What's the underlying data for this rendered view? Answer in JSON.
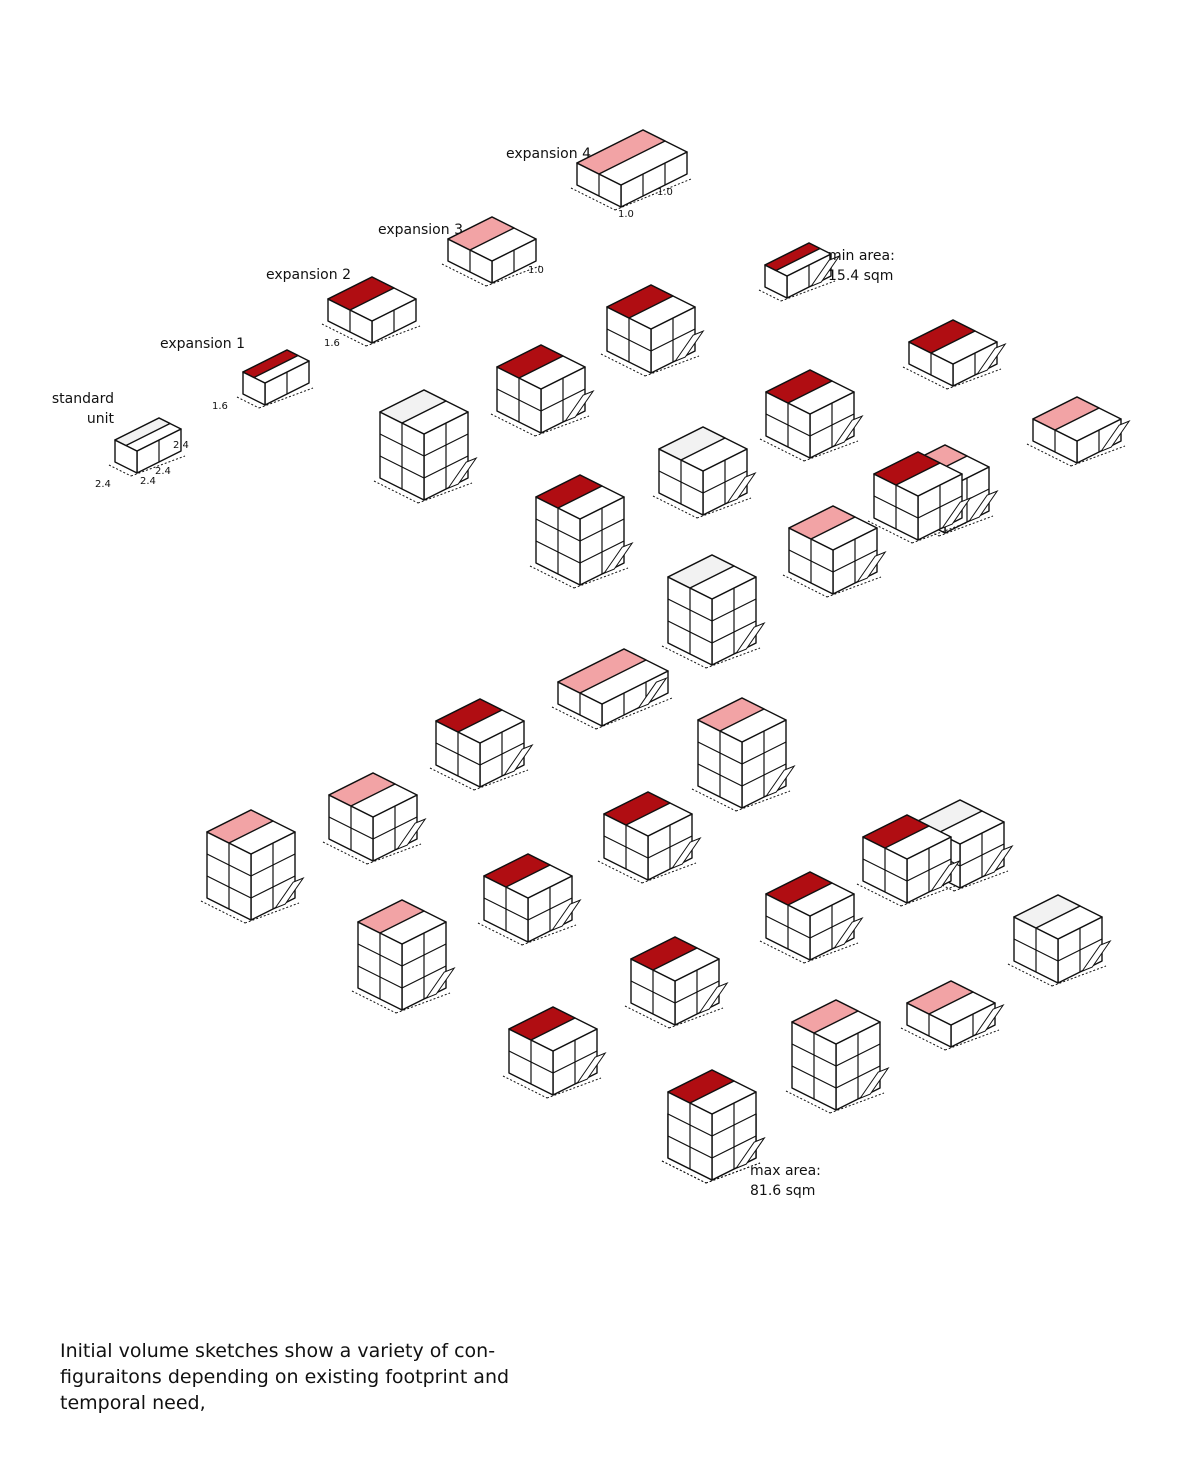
{
  "labels": {
    "standard_unit": "standard unit",
    "expansion_1": "expansion 1",
    "expansion_2": "expansion 2",
    "expansion_3": "expansion 3",
    "expansion_4": "expansion 4",
    "min_area_title": "min area:",
    "min_area_value": "15.4 sqm",
    "max_area_title": "max area:",
    "max_area_value": "81.6 sqm"
  },
  "dimensions": {
    "standard_height": "2.4",
    "standard_width": "2.4",
    "standard_depth": "2.4",
    "expansion_1": "1.6",
    "expansion_2": "1.6",
    "expansion_3": "1.0",
    "expansion_4_a": "1.0",
    "expansion_4_b": "1.0"
  },
  "caption": "Initial volume sketches show a variety of con-figuraitons depending on existing footprint and temporal need,",
  "colors": {
    "accent": "#b00d12",
    "accent_light": "#f2a3a5",
    "stroke": "#111111",
    "background": "#ffffff"
  },
  "configurations": [
    {
      "name": "standard-unit",
      "w": 2,
      "d": 1,
      "h": 1,
      "top": "plain",
      "stair": false
    },
    {
      "name": "expansion-1",
      "w": 2,
      "d": 1,
      "h": 1,
      "top": "red",
      "stair": false
    },
    {
      "name": "expansion-2",
      "w": 2,
      "d": 2,
      "h": 1,
      "top": "red",
      "stair": false
    },
    {
      "name": "expansion-3",
      "w": 2,
      "d": 2,
      "h": 1,
      "top": "light",
      "stair": false
    },
    {
      "name": "expansion-4",
      "w": 3,
      "d": 2,
      "h": 1,
      "top": "light",
      "stair": false
    },
    {
      "name": "min-area",
      "w": 2,
      "d": 1,
      "h": 1,
      "top": "red",
      "stair": true
    },
    {
      "name": "config-a",
      "w": 2,
      "d": 2,
      "h": 2,
      "top": "red",
      "stair": true
    },
    {
      "name": "config-b",
      "w": 2,
      "d": 2,
      "h": 2,
      "top": "red",
      "stair": true
    },
    {
      "name": "config-c",
      "w": 2,
      "d": 2,
      "h": 3,
      "top": "plain",
      "stair": true
    },
    {
      "name": "config-d",
      "w": 2,
      "d": 2,
      "h": 1,
      "top": "red",
      "stair": true
    },
    {
      "name": "config-e",
      "w": 2,
      "d": 2,
      "h": 2,
      "top": "red",
      "stair": true
    },
    {
      "name": "config-f",
      "w": 2,
      "d": 2,
      "h": 1,
      "top": "light",
      "stair": true
    },
    {
      "name": "config-g",
      "w": 2,
      "d": 2,
      "h": 2,
      "top": "plain",
      "stair": true
    },
    {
      "name": "config-h",
      "w": 2,
      "d": 2,
      "h": 3,
      "top": "red",
      "stair": true
    },
    {
      "name": "config-i",
      "w": 2,
      "d": 2,
      "h": 2,
      "top": "light",
      "stair": true
    },
    {
      "name": "config-j",
      "w": 2,
      "d": 2,
      "h": 2,
      "top": "light",
      "stair": true
    },
    {
      "name": "config-k",
      "w": 2,
      "d": 2,
      "h": 3,
      "top": "plain",
      "stair": true
    },
    {
      "name": "config-l",
      "w": 3,
      "d": 2,
      "h": 1,
      "top": "light",
      "stair": true
    },
    {
      "name": "config-m",
      "w": 2,
      "d": 2,
      "h": 2,
      "top": "red",
      "stair": true
    },
    {
      "name": "config-n",
      "w": 2,
      "d": 2,
      "h": 2,
      "top": "light",
      "stair": true
    },
    {
      "name": "config-o",
      "w": 2,
      "d": 2,
      "h": 2,
      "top": "plain",
      "stair": true
    },
    {
      "name": "config-p",
      "w": 2,
      "d": 2,
      "h": 2,
      "top": "red",
      "stair": true
    },
    {
      "name": "config-q",
      "w": 2,
      "d": 2,
      "h": 3,
      "top": "light",
      "stair": true
    },
    {
      "name": "config-r",
      "w": 2,
      "d": 2,
      "h": 2,
      "top": "red",
      "stair": true
    },
    {
      "name": "config-s",
      "w": 2,
      "d": 2,
      "h": 2,
      "top": "red",
      "stair": true
    },
    {
      "name": "config-t",
      "w": 2,
      "d": 2,
      "h": 2,
      "top": "plain",
      "stair": true
    },
    {
      "name": "config-u",
      "w": 2,
      "d": 2,
      "h": 3,
      "top": "light",
      "stair": true
    },
    {
      "name": "config-v",
      "w": 2,
      "d": 2,
      "h": 2,
      "top": "red",
      "stair": true
    },
    {
      "name": "config-w",
      "w": 2,
      "d": 2,
      "h": 1,
      "top": "light",
      "stair": true
    },
    {
      "name": "config-x",
      "w": 2,
      "d": 2,
      "h": 2,
      "top": "red",
      "stair": true
    },
    {
      "name": "config-y",
      "w": 2,
      "d": 2,
      "h": 3,
      "top": "light",
      "stair": true
    },
    {
      "name": "config-z",
      "w": 2,
      "d": 2,
      "h": 2,
      "top": "red",
      "stair": true
    },
    {
      "name": "config-aa",
      "w": 2,
      "d": 2,
      "h": 2,
      "top": "red",
      "stair": true
    },
    {
      "name": "config-ab",
      "w": 2,
      "d": 2,
      "h": 3,
      "top": "light",
      "stair": true
    },
    {
      "name": "config-ac",
      "w": 2,
      "d": 2,
      "h": 2,
      "top": "red",
      "stair": true
    },
    {
      "name": "max-area",
      "w": 2,
      "d": 2,
      "h": 3,
      "top": "red",
      "stair": true
    }
  ]
}
